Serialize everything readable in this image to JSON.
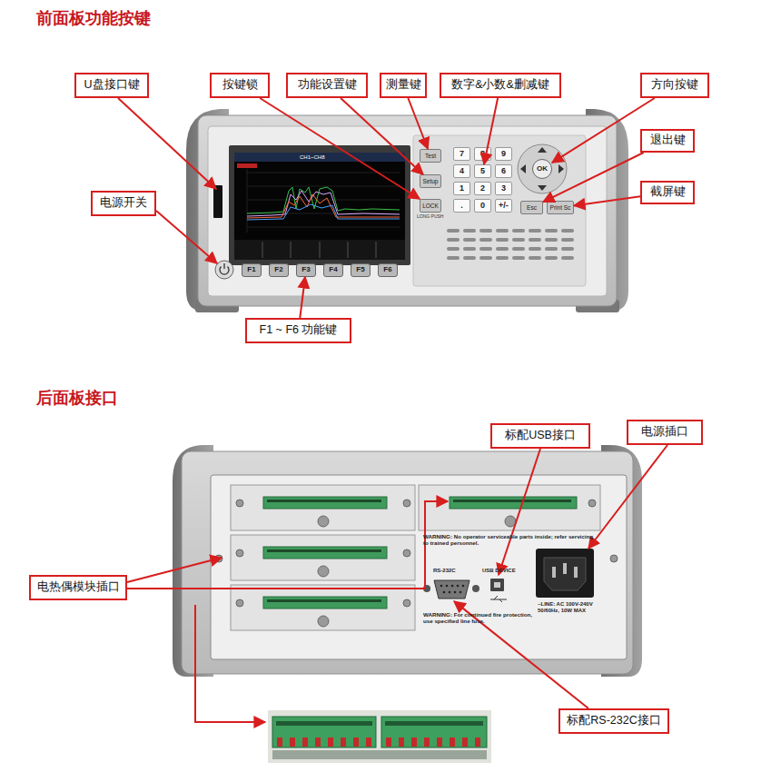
{
  "diagram": {
    "title": "前面板功能按键",
    "nodes": [
      {
        "text": [
          "U盘接口键"
        ]
      },
      {
        "text": [
          "按键锁"
        ]
      },
      {
        "text": [
          "功能设置键"
        ]
      },
      {
        "text": [
          "测量键"
        ]
      },
      {
        "text": [
          "数字&小数&删减键"
        ]
      },
      {
        "text": [
          "方向按键"
        ]
      },
      {
        "text": [
          "退出键"
        ]
      },
      {
        "text": [
          "截屏键"
        ]
      },
      {
        "text": [
          "电源开关"
        ]
      },
      {
        "text": [
          "Test"
        ]
      },
      {
        "text": [
          "Setup"
        ]
      },
      {
        "text": [
          "LOCK"
        ]
      },
      {
        "text": [
          "7"
        ]
      },
      {
        "text": [
          "8"
        ]
      },
      {
        "text": [
          "9"
        ]
      },
      {
        "text": [
          "4"
        ]
      },
      {
        "text": [
          "5"
        ]
      },
      {
        "text": [
          "6"
        ]
      },
      {
        "text": [
          "1"
        ]
      },
      {
        "text": [
          "2"
        ]
      },
      {
        "text": [
          "3"
        ]
      },
      {
        "text": [
          "."
        ]
      },
      {
        "text": [
          "0"
        ]
      },
      {
        "text": [
          "+/-"
        ]
      },
      {
        "text": [
          "OK"
        ]
      },
      {
        "text": [
          "Esc"
        ]
      },
      {
        "text": [
          "Print Sc"
        ]
      },
      {
        "text": [
          "F1"
        ]
      },
      {
        "text": [
          "F2"
        ]
      },
      {
        "text": [
          "F3"
        ]
      },
      {
        "text": [
          "F4"
        ]
      },
      {
        "text": [
          "F5"
        ]
      },
      {
        "text": [
          "F6"
        ]
      },
      {
        "text": [
          "F1 ~ F6 功能键"
        ]
      },
      {
        "text": [
          "标配USB接口"
        ]
      },
      {
        "text": [
          "电源插口"
        ]
      },
      {
        "text": [
          "电热偶模块插口"
        ]
      },
      {
        "text": [
          "标配RS-232C接口"
        ]
      }
    ],
    "edges": [
      {
        "from": 1,
        "to": 11,
        "arrow": "to"
      },
      {
        "from": 2,
        "to": 10,
        "arrow": "to"
      },
      {
        "from": 3,
        "to": 9,
        "arrow": "to"
      },
      {
        "from": 4,
        "to": 16,
        "arrow": "to"
      },
      {
        "from": 5,
        "to": 24,
        "arrow": "to"
      },
      {
        "from": 6,
        "to": 25,
        "arrow": "to"
      },
      {
        "from": 7,
        "to": 26,
        "arrow": "to"
      },
      {
        "from": 33,
        "to": 29,
        "arrow": "to"
      }
    ],
    "labels": [
      "后面板接口",
      "CH1~CH8",
      "LONG PUSH",
      "WARNING: No operator serviceable parts inside; refer servicing to trained personnel.",
      "RS-232C",
      "USB DEVICE",
      "WARNING: For continued fire protection, use specified line fuse.",
      "~LINE: AC 100V-240V 50/60Hz, 10W MAX"
    ]
  }
}
